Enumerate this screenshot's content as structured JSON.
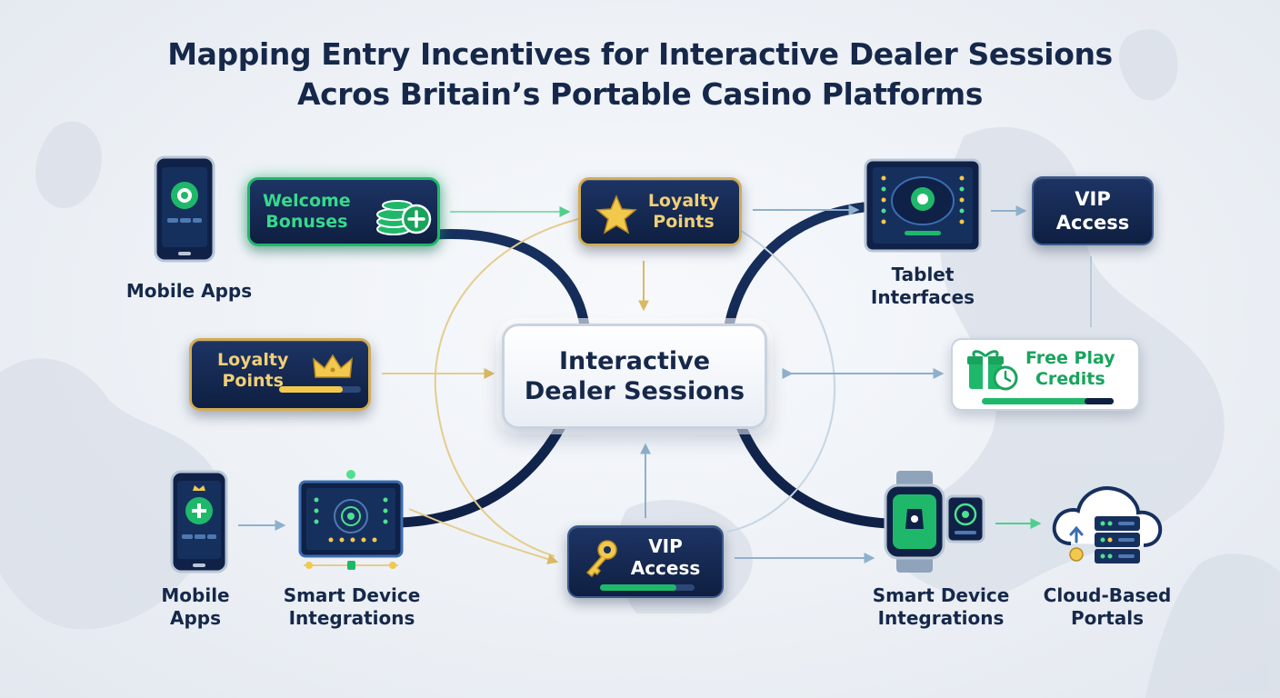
{
  "title": {
    "line1": "Mapping Entry Incentives for Interactive Dealer Sessions",
    "line2": "Acros Britain’s Portable Casino Platforms"
  },
  "center_node": {
    "line1": "Interactive",
    "line2": "Dealer Sessions"
  },
  "incentives": {
    "welcome_bonuses": {
      "line1": "Welcome",
      "line2": "Bonuses"
    },
    "loyalty_points_top": {
      "line1": "Loyalty",
      "line2": "Points"
    },
    "loyalty_points_left": {
      "line1": "Loyalty",
      "line2": "Points"
    },
    "vip_access_top": {
      "line1": "VIP",
      "line2": "Access"
    },
    "vip_access_bottom": {
      "line1": "VIP",
      "line2": "Access"
    },
    "free_play_credits": {
      "line1": "Free Play",
      "line2": "Credits"
    }
  },
  "platforms": {
    "mobile_apps_top": "Mobile Apps",
    "tablet_interfaces": {
      "line1": "Tablet",
      "line2": "Interfaces"
    },
    "mobile_apps_bottom": {
      "line1": "Mobile",
      "line2": "Apps"
    },
    "smart_device_left": {
      "line1": "Smart Device",
      "line2": "Integrations"
    },
    "smart_device_right": {
      "line1": "Smart Device",
      "line2": "Integrations"
    },
    "cloud_portals": {
      "line1": "Cloud-Based",
      "line2": "Portals"
    }
  },
  "icons": [
    "smartphone-icon",
    "chip-stack-icon",
    "star-icon",
    "crown-icon",
    "tablet-icon",
    "key-icon",
    "gift-icon",
    "smartwatch-icon",
    "cloud-server-icon",
    "smart-display-icon"
  ],
  "colors": {
    "navy": "#0e1f41",
    "gold": "#d2ac55",
    "green": "#1fb86a",
    "title": "#16284a"
  }
}
